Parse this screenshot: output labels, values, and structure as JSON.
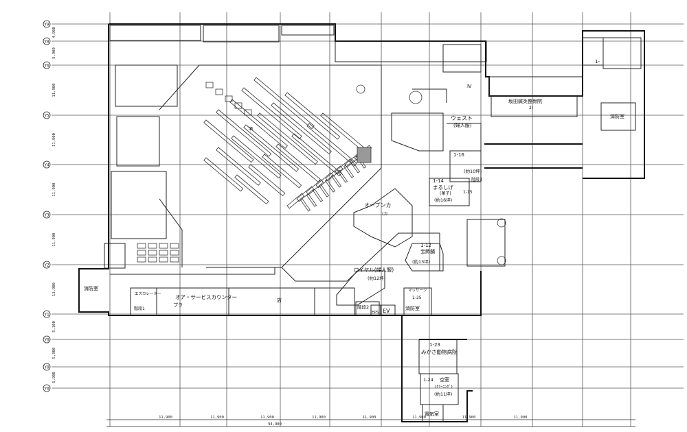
{
  "axes": {
    "rows": [
      "Y9",
      "Y8",
      "Y6",
      "Y5",
      "Y4",
      "Y3",
      "Y2",
      "Y1",
      "Y0",
      "Y0",
      "Y0"
    ],
    "row_dims": [
      "4,900",
      "5,900",
      "11,900",
      "11,900",
      "11,900",
      "11,900",
      "11,900",
      "5,100",
      "5,900",
      "5,900"
    ],
    "bottom_dims": [
      "11,900",
      "11,900",
      "11,900",
      "11,900",
      "11,900",
      "11,900",
      "11,900",
      "11,900"
    ],
    "bottom_total": "94,900"
  },
  "rooms": {
    "r_1_1": "1-",
    "r_1_1_name": "坂田鍼灸整骨院",
    "r_1_1_sub": "2)",
    "r_west": "ウェスト",
    "r_west_sub": "(婦人服)",
    "r_16": "1-16",
    "r_16_area": "(約10坪)",
    "r_14": "1-14",
    "r_14_name": "まるしげ",
    "r_14_sub": "(菓子)",
    "r_14_area": "(約16坪)",
    "r_15": "1-15",
    "r_stair3": "階段3",
    "r_open": "オープンカ",
    "r_open2": "(カ",
    "r_12": "1-12",
    "r_12_name": "宝飾舗",
    "r_12_area": "(約13坪)",
    "r_royal": "ロイヤル(婦人服)",
    "r_royal_area": "(約12坪)",
    "r_service": "オア・サービスカウンター",
    "r_service2": "プラ",
    "r_esc": "エスカレーター",
    "r_stair1": "階段1",
    "r_stair2": "階段2",
    "r_eps": "EPS",
    "r_ev": "EV",
    "r_fire1": "消防室",
    "r_fire2": "消防室",
    "r_fire3": "消防室",
    "r_massage": "マッサージ",
    "r_25": "1-25",
    "r_23": "1-23",
    "r_23_name": "みかさ動物病院",
    "r_24": "1-24",
    "r_24_name": "空室",
    "r_24_sub": "(ｸﾘｰﾆﾝｸﾞ)",
    "r_24_area": "(約11坪)",
    "r_elec": "電気室",
    "r_shop_small": "店",
    "r_sake": "酒",
    "r_note": "Ⅳ"
  },
  "colors": {
    "line": "#222222",
    "grid": "#555555",
    "light": "#888888"
  }
}
